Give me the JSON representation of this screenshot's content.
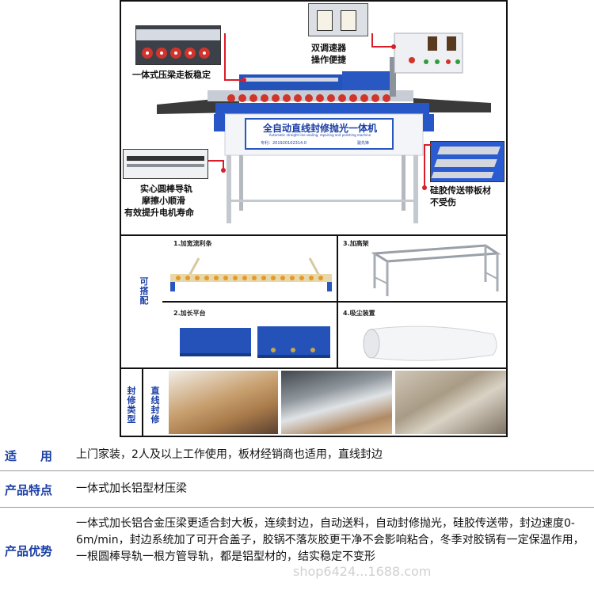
{
  "main_panel": {
    "machine_sign_title": "全自动直线封修抛光一体机",
    "machine_sign_sub": "Automatic straight line sealing, repairing and polishing machine",
    "machine_sign_patent": "专利：201920102314.0",
    "machine_sign_brand": "骏先锋",
    "callout_speed_line1": "双调速器",
    "callout_speed_line2": "操作便捷",
    "callout_beam": "一体式压梁走板稳定",
    "callout_rail_line1": "实心圆棒导轨",
    "callout_rail_line2": "摩擦小顺滑",
    "callout_rail_line3": "有效提升电机寿命",
    "callout_belt_line1": "硅胶传送带板材",
    "callout_belt_line2": "不受伤"
  },
  "accessories": {
    "side_label": "可搭配",
    "item1": "1.加宽流利条",
    "item2": "2.加长平台",
    "item3": "3.加高架",
    "item4": "4.吸尘装置"
  },
  "edge_types": {
    "label_left": "封修类型",
    "label_right": "直线封修"
  },
  "specs": [
    {
      "label": "适　　用",
      "text": "上门家装，2人及以上工作使用，板材经销商也适用，直线封边"
    },
    {
      "label": "产品特点",
      "text": "一体式加长铝型材压梁"
    },
    {
      "label": "产品优势",
      "text": "一体式加长铝合金压梁更适合封大板，连续封边，自动送料，自动封修抛光，硅胶传送带，封边速度0-6m/min，封边系统加了可开合盖子，胶锅不落灰胶更干净不会影响粘合，冬季对胶锅有一定保温作用，一根圆棒导轨一根方管导轨，都是铝型材的，结实稳定不变形"
    }
  ],
  "watermark": "shop6424...1688.com",
  "colors": {
    "accent_blue": "#1b3fa5",
    "callout_red": "#d81e2a",
    "machine_blue": "#1f4fb8"
  }
}
